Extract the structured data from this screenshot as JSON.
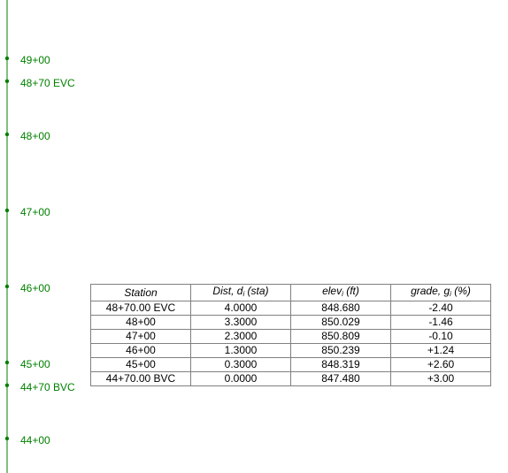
{
  "colors": {
    "alignment": "#008000",
    "table_border": "#808080",
    "text": "#000000"
  },
  "stations": [
    {
      "label": "49+00",
      "station_ft": 4900
    },
    {
      "label": "48+70 EVC",
      "station_ft": 4870
    },
    {
      "label": "48+00",
      "station_ft": 4800
    },
    {
      "label": "47+00",
      "station_ft": 4700
    },
    {
      "label": "46+00",
      "station_ft": 4600
    },
    {
      "label": "45+00",
      "station_ft": 4500
    },
    {
      "label": "44+70 BVC",
      "station_ft": 4470
    },
    {
      "label": "44+00",
      "station_ft": 4400
    }
  ],
  "table": {
    "headers": {
      "station": "Station",
      "dist": "Dist, d",
      "dist_sub": "i",
      "dist_unit": " (sta)",
      "elev": "elev",
      "elev_sub": "i",
      "elev_unit": " (ft)",
      "grade": "grade, g",
      "grade_sub": "i",
      "grade_unit": " (%)"
    },
    "rows": [
      [
        "48+70.00 EVC",
        "4.0000",
        "848.680",
        "-2.40"
      ],
      [
        "48+00",
        "3.3000",
        "850.029",
        "-1.46"
      ],
      [
        "47+00",
        "2.3000",
        "850.809",
        "-0.10"
      ],
      [
        "46+00",
        "1.3000",
        "850.239",
        "+1.24"
      ],
      [
        "45+00",
        "0.3000",
        "848.319",
        "+2.60"
      ],
      [
        "44+70.00 BVC",
        "0.0000",
        "847.480",
        "+3.00"
      ]
    ]
  }
}
